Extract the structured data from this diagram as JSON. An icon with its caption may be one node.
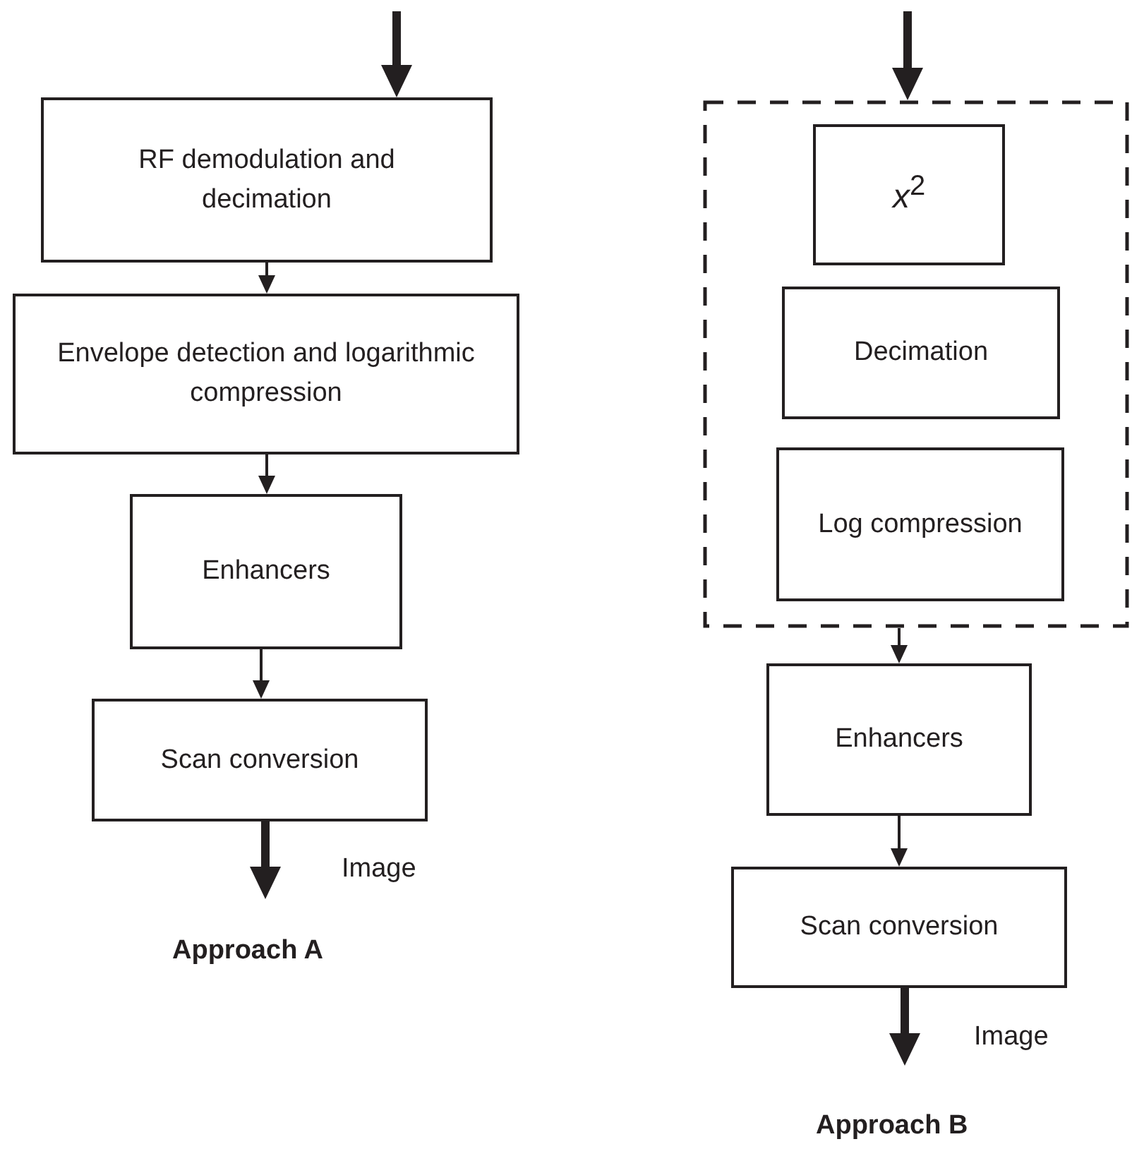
{
  "diagram": {
    "nodes": [
      {
        "text": [
          "RF demodulation and decimation"
        ]
      },
      {
        "text": [
          "Envelope detection and logarithmic compression"
        ]
      },
      {
        "text": [
          "Enhancers"
        ]
      },
      {
        "text": [
          "Scan conversion"
        ]
      },
      {
        "text": [],
        "shape": "box"
      },
      {
        "text": [
          "*x*$^{2}$"
        ],
        "in": 4
      },
      {
        "text": [
          "Decimation"
        ],
        "in": 4
      },
      {
        "text": [
          "Log compression"
        ],
        "in": 4
      },
      {
        "text": [
          "Enhancers"
        ]
      },
      {
        "text": [
          "Scan conversion"
        ]
      }
    ],
    "edges": [
      {
        "from": null,
        "to": 0,
        "arrow": "to",
        "style": "thick"
      },
      {
        "from": 0,
        "to": 1,
        "arrow": "to"
      },
      {
        "from": 1,
        "to": 2,
        "arrow": "to"
      },
      {
        "from": 2,
        "to": 3,
        "arrow": "to"
      },
      {
        "from": 3,
        "to": null,
        "arrow": "to",
        "style": "thick",
        "label": "Image"
      },
      {
        "from": null,
        "to": 4,
        "arrow": "to",
        "style": "thick"
      },
      {
        "from": 4,
        "to": 8,
        "arrow": "to"
      },
      {
        "from": 8,
        "to": 9,
        "arrow": "to"
      },
      {
        "from": 9,
        "to": null,
        "arrow": "to",
        "style": "thick",
        "label": "Image"
      }
    ],
    "labels": [
      "Approach A",
      "Approach B"
    ]
  }
}
